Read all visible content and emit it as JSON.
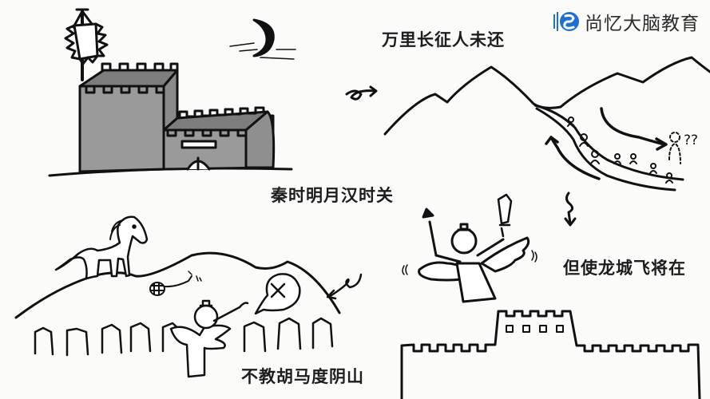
{
  "brand": {
    "name": "尚忆大脑教育",
    "logo_icon": "swirl-logo-icon",
    "accent_color": "#1f6fd1"
  },
  "poem": {
    "line1": "秦时明月汉时关",
    "line2": "万里长征人未还",
    "line3": "但使龙城飞将在",
    "line4": "不教胡马度阴山"
  },
  "scene": {
    "question_marks": "??",
    "panels": [
      {
        "label": "castle-with-moon",
        "icons": [
          "castle-icon",
          "banner-icon",
          "crescent-moon-icon"
        ]
      },
      {
        "label": "soldiers-marching-through-mountains",
        "icons": [
          "mountain-icon",
          "soldier-figures-icon",
          "missing-person-icon"
        ]
      },
      {
        "label": "winged-general-above-great-wall",
        "icons": [
          "winged-general-icon",
          "sword-icon",
          "spear-icon",
          "great-wall-icon"
        ]
      },
      {
        "label": "horse-on-yin-mountain",
        "icons": [
          "horse-icon",
          "fence-icon",
          "forbidden-speech-bubble-icon",
          "net-icon"
        ]
      }
    ],
    "colors": {
      "ink": "#111111",
      "castle_fill": "#9a9a9a",
      "castle_roof": "#7d7d7d",
      "paper": "#fbfbfa"
    }
  }
}
